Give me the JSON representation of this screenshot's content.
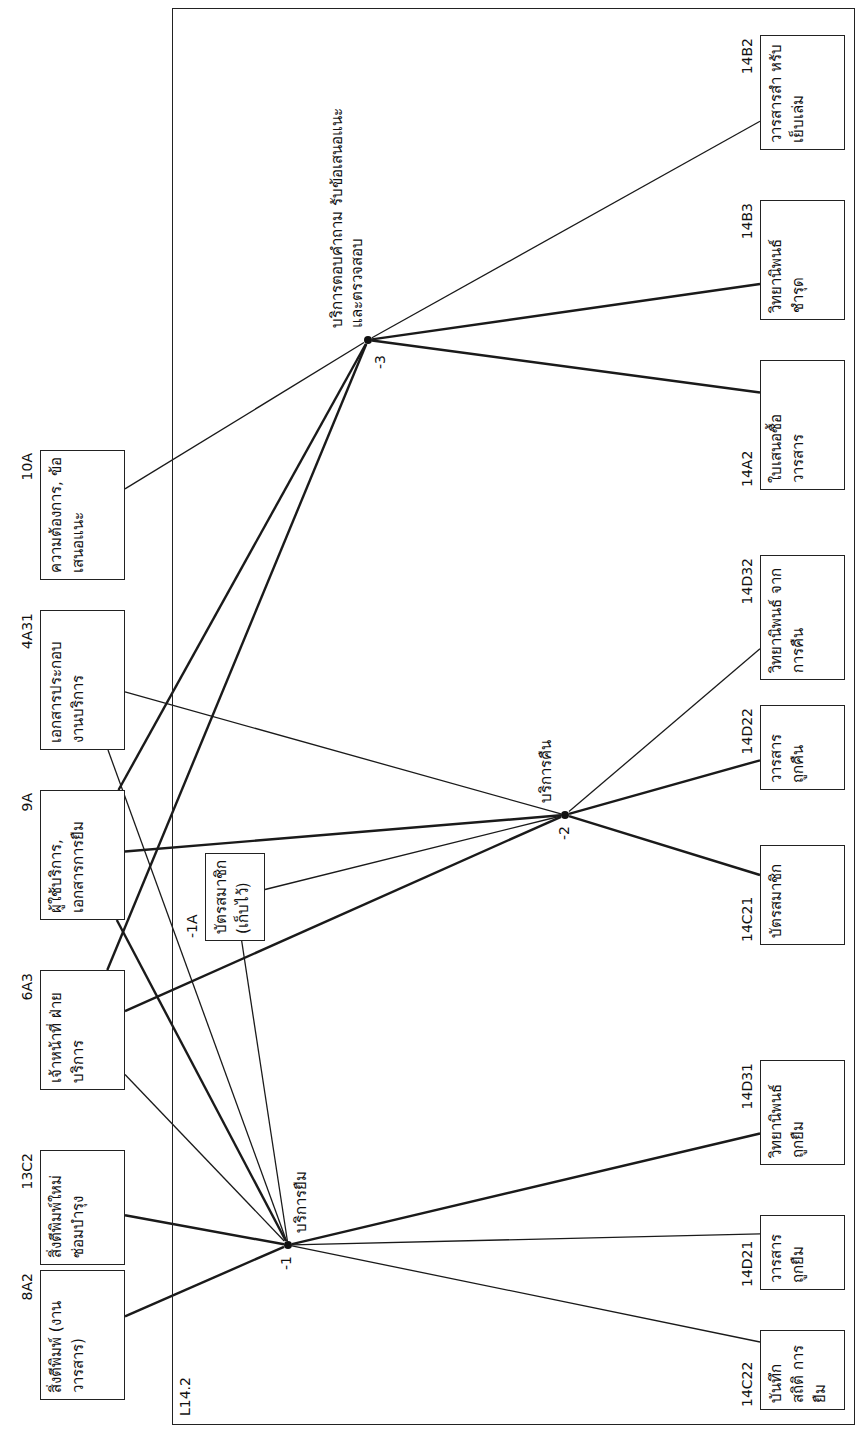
{
  "diagram": {
    "nodes": [
      {
        "text": [
          "8A2",
          "สิ่งตีพิมพ์ (งานวารสาร)"
        ]
      },
      {
        "text": [
          "13C2",
          "สิ่งตีพิมพ์ใหม่ ซ่อมบำรุง"
        ]
      },
      {
        "text": [
          "6A3",
          "เจ้าหน้าที่ ฝ่ายบริการ"
        ]
      },
      {
        "text": [
          "9A",
          "ผู้ใช้บริการ, เอกสารการยืม"
        ]
      },
      {
        "text": [
          "4A31",
          "เอกสารประกอบ งานบริการ"
        ]
      },
      {
        "text": [
          "10A",
          "ความต้องการ, ข้อเสนอแนะ"
        ]
      },
      {
        "text": [
          "L14.2"
        ]
      },
      {
        "text": [
          "-1A",
          "บัตรสมาชิก (เก็บไว้)"
        ],
        "in": 6
      },
      {
        "text": [
          "บริการยืม",
          "-1"
        ],
        "in": 6
      },
      {
        "text": [
          "บริการคืน",
          "-2"
        ],
        "in": 6
      },
      {
        "text": [
          "บริการตอบคำถาม รับข้อเสนอแนะ และตรวจสอบ",
          "-3"
        ],
        "in": 6
      },
      {
        "text": [
          "14C22",
          "บันทึกสถิติ การยืม"
        ],
        "in": 6
      },
      {
        "text": [
          "14D21",
          "วารสาร ถูกยืม"
        ],
        "in": 6
      },
      {
        "text": [
          "14D31",
          "วิทยานิพนธ์ ถูกยืม"
        ],
        "in": 6
      },
      {
        "text": [
          "14C21",
          "บัตรสมาชิก"
        ],
        "in": 6
      },
      {
        "text": [
          "14D22",
          "วารสาร ถูกคืน"
        ],
        "in": 6
      },
      {
        "text": [
          "14D32",
          "วิทยานิพนธ์ จากการคืน"
        ],
        "in": 6
      },
      {
        "text": [
          "14A2",
          "ใบเสนอซื้อ วารสาร"
        ],
        "in": 6
      },
      {
        "text": [
          "14B3",
          "วิทยานิพนธ์ ชำรุด"
        ],
        "in": 6
      },
      {
        "text": [
          "14B2",
          "วารสารสำ หรับเย็บเล่ม"
        ],
        "in": 6
      }
    ],
    "edges": [
      {
        "from": 0,
        "to": 8,
        "arrow": "none"
      },
      {
        "from": 1,
        "to": 8,
        "arrow": "none"
      },
      {
        "from": 2,
        "to": 8,
        "arrow": "none"
      },
      {
        "from": 3,
        "to": 8,
        "arrow": "none"
      },
      {
        "from": 4,
        "to": 8,
        "arrow": "none"
      },
      {
        "from": 7,
        "to": 8,
        "arrow": "none"
      },
      {
        "from": 11,
        "to": 8,
        "arrow": "none"
      },
      {
        "from": 12,
        "to": 8,
        "arrow": "none"
      },
      {
        "from": 13,
        "to": 8,
        "arrow": "none"
      },
      {
        "from": 2,
        "to": 9,
        "arrow": "none"
      },
      {
        "from": 3,
        "to": 9,
        "arrow": "none"
      },
      {
        "from": 4,
        "to": 9,
        "arrow": "none"
      },
      {
        "from": 7,
        "to": 9,
        "arrow": "none"
      },
      {
        "from": 14,
        "to": 9,
        "arrow": "none"
      },
      {
        "from": 15,
        "to": 9,
        "arrow": "none"
      },
      {
        "from": 16,
        "to": 9,
        "arrow": "none"
      },
      {
        "from": 2,
        "to": 10,
        "arrow": "none"
      },
      {
        "from": 3,
        "to": 10,
        "arrow": "none"
      },
      {
        "from": 5,
        "to": 10,
        "arrow": "none"
      },
      {
        "from": 17,
        "to": 10,
        "arrow": "none"
      },
      {
        "from": 18,
        "to": 10,
        "arrow": "none"
      },
      {
        "from": 19,
        "to": 10,
        "arrow": "none"
      }
    ]
  }
}
